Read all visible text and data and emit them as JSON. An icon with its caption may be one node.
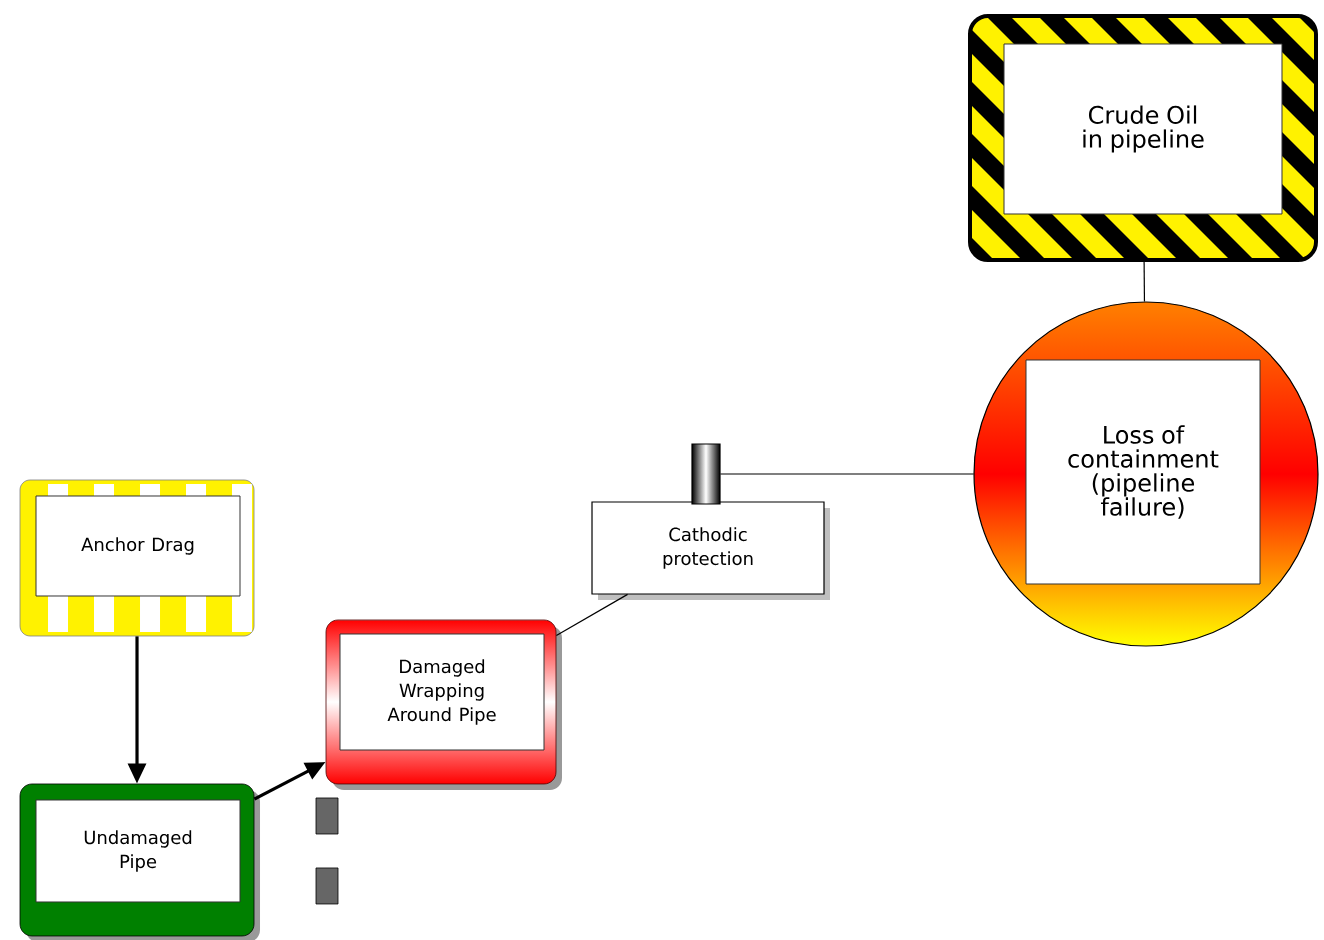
{
  "diagram": {
    "nodes": [
      {
        "text": [
          "Crude Oil in pipeline"
        ]
      },
      {
        "text": [
          "Loss of containment (pipeline failure)"
        ]
      },
      {
        "text": [
          "Anchor Drag"
        ]
      },
      {
        "text": [
          "Undamaged Pipe"
        ]
      },
      {
        "text": [
          "Damaged Wrapping Around Pipe"
        ]
      },
      {
        "text": [
          "Cathodic protection"
        ]
      },
      {
        "text": [],
        "shape": "bar"
      }
    ],
    "edges": [
      {
        "from": 0,
        "to": 1,
        "arrow": "none"
      },
      {
        "from": 2,
        "to": 3,
        "arrow": "to"
      },
      {
        "from": 3,
        "to": 4,
        "arrow": "to"
      },
      {
        "from": 4,
        "to": 5,
        "arrow": "none"
      },
      {
        "from": 6,
        "to": 1,
        "arrow": "none"
      }
    ]
  }
}
